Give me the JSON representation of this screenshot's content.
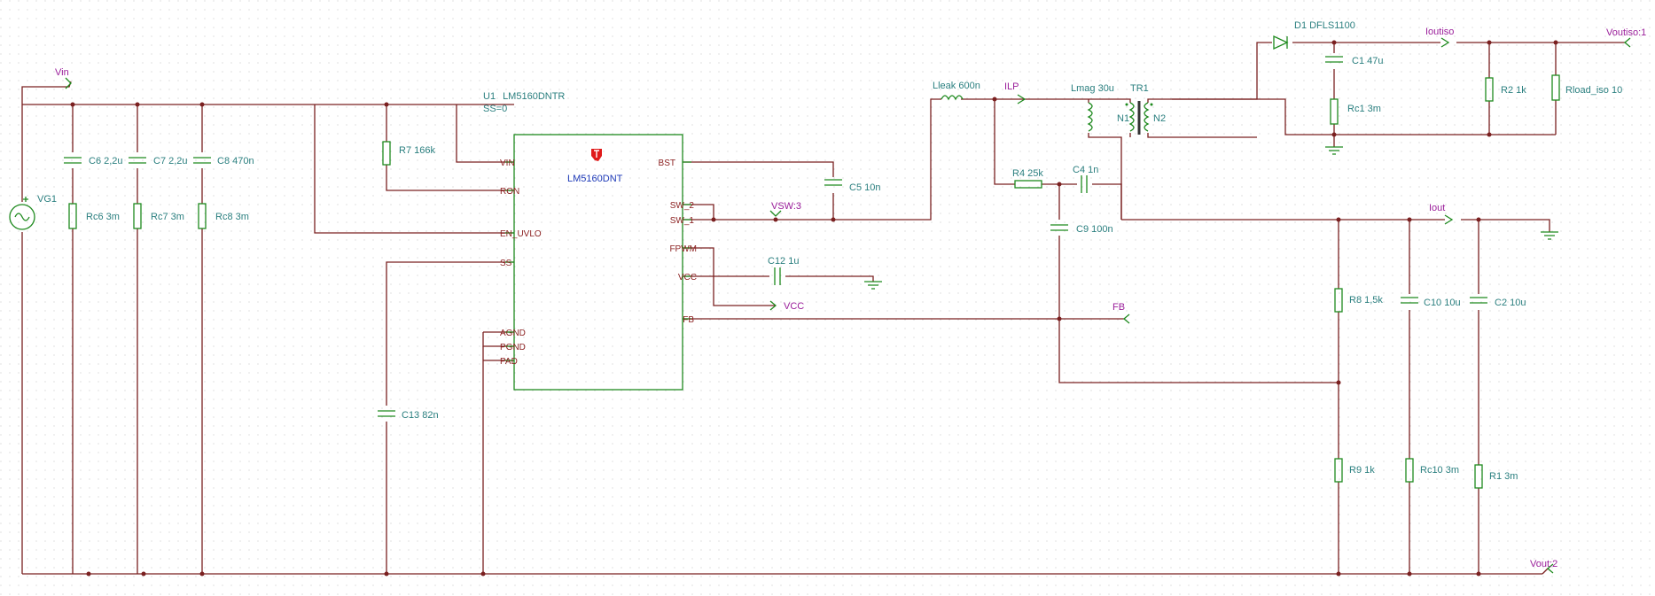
{
  "colors": {
    "wire": "#7a2020",
    "component": "#1e8a1e",
    "label": "#2a7f7f",
    "net_label": "#9a1e9a",
    "chip_name": "#1e3ab8",
    "ti_logo": "#e01b1b"
  },
  "chip": {
    "ref": "U1",
    "part": "LM5160DNTR",
    "param": "SS=0",
    "name": "LM5160DNT",
    "pins_left": [
      "VIN",
      "RON",
      "EN_UVLO",
      "SS",
      "AGND",
      "PGND",
      "PAD"
    ],
    "pins_right": [
      "BST",
      "SW_2",
      "SW_1",
      "FPWM",
      "VCC",
      "FB"
    ]
  },
  "components": {
    "vg1": "VG1",
    "c6": "C6 2,2u",
    "rc6": "Rc6 3m",
    "c7": "C7 2,2u",
    "rc7": "Rc7 3m",
    "c8": "C8 470n",
    "rc8": "Rc8 3m",
    "r7": "R7 166k",
    "c13": "C13 82n",
    "c5": "C5 10n",
    "c12": "C12 1u",
    "lleak": "Lleak 600n",
    "lmag": "Lmag 30u",
    "tr1": "TR1",
    "n1": "N1",
    "n2": "N2",
    "r4": "R4 25k",
    "c4": "C4 1n",
    "c9": "C9 100n",
    "d1": "D1 DFLS1100",
    "c1": "C1 47u",
    "rc1": "Rc1 3m",
    "r2": "R2 1k",
    "rload": "Rload_iso 10",
    "r8": "R8 1,5k",
    "r9": "R9 1k",
    "c10": "C10 10u",
    "rc10": "Rc10 3m",
    "c2": "C2 10u",
    "r1": "R1 3m"
  },
  "nets": {
    "vin": "Vin",
    "vsw": "VSW:3",
    "vcc": "VCC",
    "fb": "FB",
    "ilp": "ILP",
    "ioutiso": "Ioutiso",
    "voutiso": "Voutiso:1",
    "iout": "Iout",
    "vout": "Vout:2"
  }
}
